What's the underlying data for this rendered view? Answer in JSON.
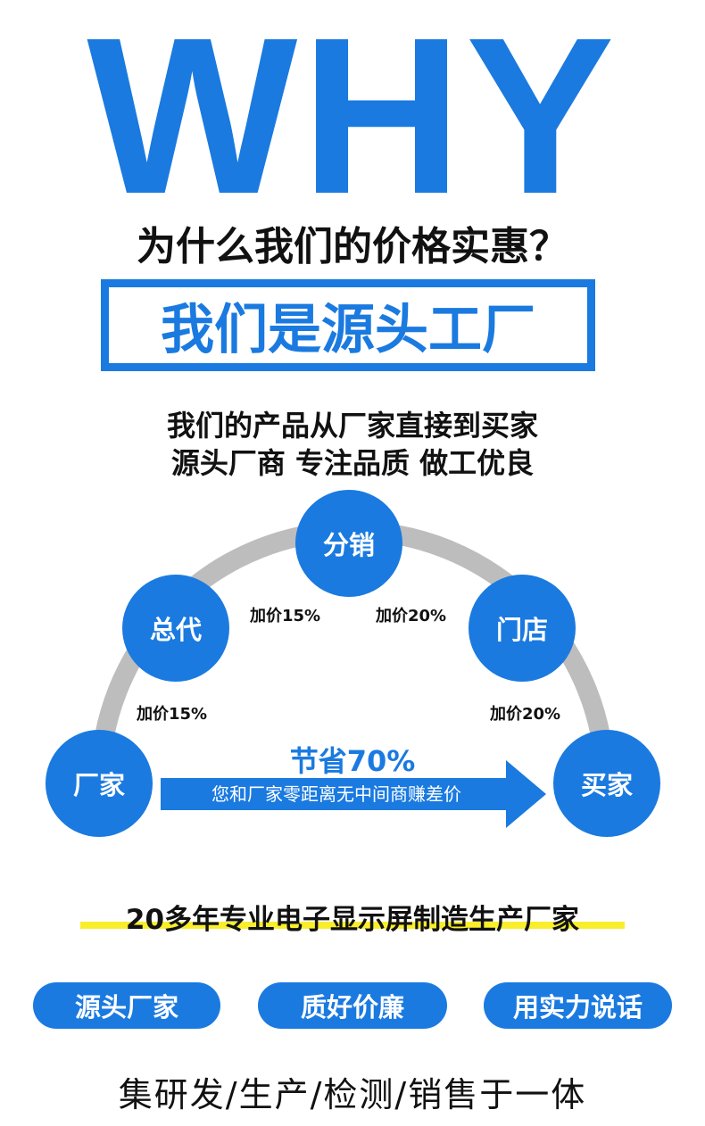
{
  "hero": {
    "title": "WHY",
    "question": "为什么我们的价格实惠？",
    "headline": "我们是源头工厂"
  },
  "description": {
    "line1": "我们的产品从厂家直接到买家",
    "line2": "源头厂商 专注品质 做工优良"
  },
  "chain": {
    "nodes": {
      "factory": "厂家",
      "general_agent": "总代",
      "distribution": "分销",
      "store": "门店",
      "buyer": "买家"
    },
    "markups": {
      "factory_to_general": "加价15%",
      "general_to_distribution": "加价15%",
      "distribution_to_store": "加价20%",
      "store_to_buyer": "加价20%"
    },
    "savings": {
      "title": "节省70%",
      "subtitle": "您和厂家零距离无中间商赚差价"
    },
    "colors": {
      "node": "#1a7ae0",
      "arc": "#bdbdbd"
    }
  },
  "tagline": "20多年专业电子显示屏制造生产厂家",
  "pills": [
    "源头厂家",
    "质好价廉",
    "用实力说话"
  ],
  "footer": "集研发/生产/检测/销售于一体",
  "colors": {
    "brand_blue": "#1a7ae0",
    "highlight_yellow": "#f8ee2b"
  }
}
